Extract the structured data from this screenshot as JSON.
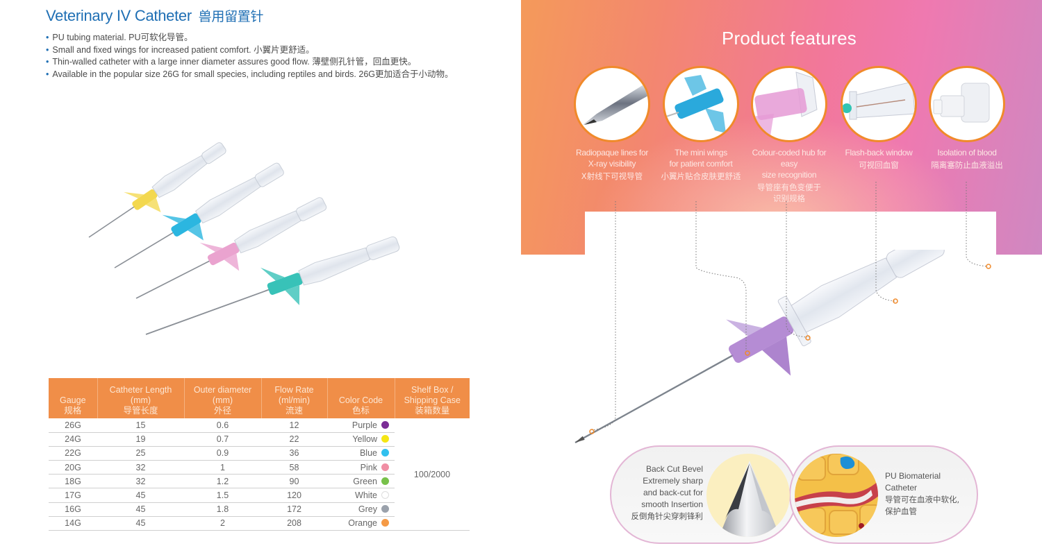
{
  "left_page": {
    "title_en": "Veterinary IV Catheter",
    "title_cn": "兽用留置针",
    "bullets": [
      "PU tubing material.  PU可软化导管。",
      "Small and fixed wings for increased patient comfort. 小翼片更舒适。",
      "Thin-walled catheter with a large inner diameter assures good flow.  薄壁侧孔针管，回血更快。",
      "Available in the popular size 26G for small species, including reptiles and birds.  26G更加适合于小动物。"
    ],
    "bullet_glyph": "•",
    "product_photo": {
      "description": "Four IV catheters with yellow, blue, pink and green hubs",
      "hub_colors": [
        "#f2d43c",
        "#2bb6e0",
        "#eaa3cf",
        "#38c2b8"
      ]
    }
  },
  "spec_table": {
    "headers": [
      {
        "en": "Gauge",
        "unit": "",
        "cn": "规格"
      },
      {
        "en": "Catheter Length",
        "unit": "(mm)",
        "cn": "导管长度"
      },
      {
        "en": "Outer diameter",
        "unit": "(mm)",
        "cn": "外径"
      },
      {
        "en": "Flow Rate",
        "unit": "(ml/min)",
        "cn": "流速"
      },
      {
        "en": "Color Code",
        "unit": "",
        "cn": "色标"
      },
      {
        "en": "Shelf Box /",
        "unit": "Shipping Case",
        "cn": "装箱数量"
      }
    ],
    "rows": [
      {
        "gauge": "26G",
        "length": "15",
        "od": "0.6",
        "flow": "12",
        "color": "Purple",
        "swatch": "#7b2d96"
      },
      {
        "gauge": "24G",
        "length": "19",
        "od": "0.7",
        "flow": "22",
        "color": "Yellow",
        "swatch": "#f5e614"
      },
      {
        "gauge": "22G",
        "length": "25",
        "od": "0.9",
        "flow": "36",
        "color": "Blue",
        "swatch": "#31c0ee"
      },
      {
        "gauge": "20G",
        "length": "32",
        "od": "1",
        "flow": "58",
        "color": "Pink",
        "swatch": "#f08ea4"
      },
      {
        "gauge": "18G",
        "length": "32",
        "od": "1.2",
        "flow": "90",
        "color": "Green",
        "swatch": "#78c14a"
      },
      {
        "gauge": "17G",
        "length": "45",
        "od": "1.5",
        "flow": "120",
        "color": "White",
        "swatch": "#ffffff"
      },
      {
        "gauge": "16G",
        "length": "45",
        "od": "1.8",
        "flow": "172",
        "color": "Grey",
        "swatch": "#9aa1ab"
      },
      {
        "gauge": "14G",
        "length": "45",
        "od": "2",
        "flow": "208",
        "color": "Orange",
        "swatch": "#f59a45"
      }
    ],
    "shelf_value": "100/2000",
    "header_bg": "#f08e48"
  },
  "right_page": {
    "title": "Product features",
    "features": [
      {
        "en1": "Radiopaque lines for",
        "en2": "X-ray visibility",
        "cn1": "X射线下可视导管",
        "cn2": "",
        "icon": "needle-tip-icon"
      },
      {
        "en1": "The mini  wings",
        "en2": "for patient comfort",
        "cn1": "小翼片贴合皮肤更舒适",
        "cn2": "",
        "icon": "mini-wings-icon"
      },
      {
        "en1": "Colour-coded hub for easy",
        "en2": "size recognition",
        "cn1": "导管座有色变便于",
        "cn2": "识别规格",
        "icon": "colour-hub-icon"
      },
      {
        "en1": "Flash-back window",
        "en2": "",
        "cn1": "可视回血窗",
        "cn2": "",
        "icon": "flashback-window-icon"
      },
      {
        "en1": "Isolation of blood",
        "en2": "",
        "cn1": "隔离塞防止血液溢出",
        "cn2": "",
        "icon": "blood-isolation-icon"
      }
    ],
    "accent_color": "#f08a2a",
    "bevel_panel": {
      "lines": [
        "Back Cut Bevel",
        "Extremely sharp",
        "and back-cut for",
        "smooth Insertion"
      ],
      "cn": "反倒角针尖穿刺锋利"
    },
    "catheter_panel": {
      "lines": [
        "PU Biomaterial",
        "Catheter"
      ],
      "cn1": "导管可在血液中软化,",
      "cn2": "保护血管"
    }
  }
}
